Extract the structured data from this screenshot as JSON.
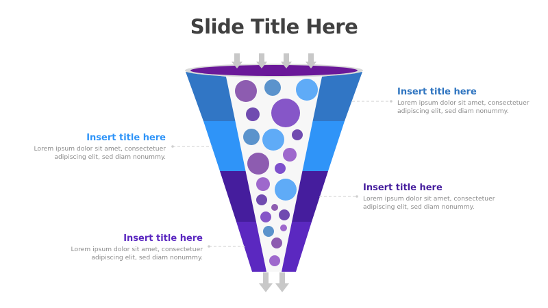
{
  "slide": {
    "title": "Slide Title Here"
  },
  "colors": {
    "band1": "#3176c5",
    "band2": "#2f94f8",
    "band3": "#451d9d",
    "band4": "#5b28c0",
    "rim": "#6a1899",
    "rim_edge": "#d9d9d9",
    "tube": "#f7f7f7",
    "arrow": "#c8c8c8"
  },
  "callouts": [
    {
      "title": "Insert title here",
      "line1": "Lorem ipsum dolor sit amet, consectetuer",
      "line2": "adipiscing elit, sed diam nonummy.",
      "color": "#2e74c0"
    },
    {
      "title": "Insert title here",
      "line1": "Lorem ipsum dolor sit amet, consectetuer",
      "line2": "adipiscing elit, sed diam nonummy.",
      "color": "#2f94f8"
    },
    {
      "title": "Insert title here",
      "line1": "Lorem ipsum dolor sit amet, consectetuer",
      "line2": "adipiscing elit, sed diam nonummy.",
      "color": "#451d9d"
    },
    {
      "title": "Insert title here",
      "line1": "Lorem ipsum dolor sit amet, consectetuer",
      "line2": "adipiscing elit, sed diam nonummy.",
      "color": "#5b28c0"
    }
  ],
  "icons": {
    "input_arrows": "down-arrow-icon x4",
    "output_arrows": "down-arrow-icon x2"
  }
}
